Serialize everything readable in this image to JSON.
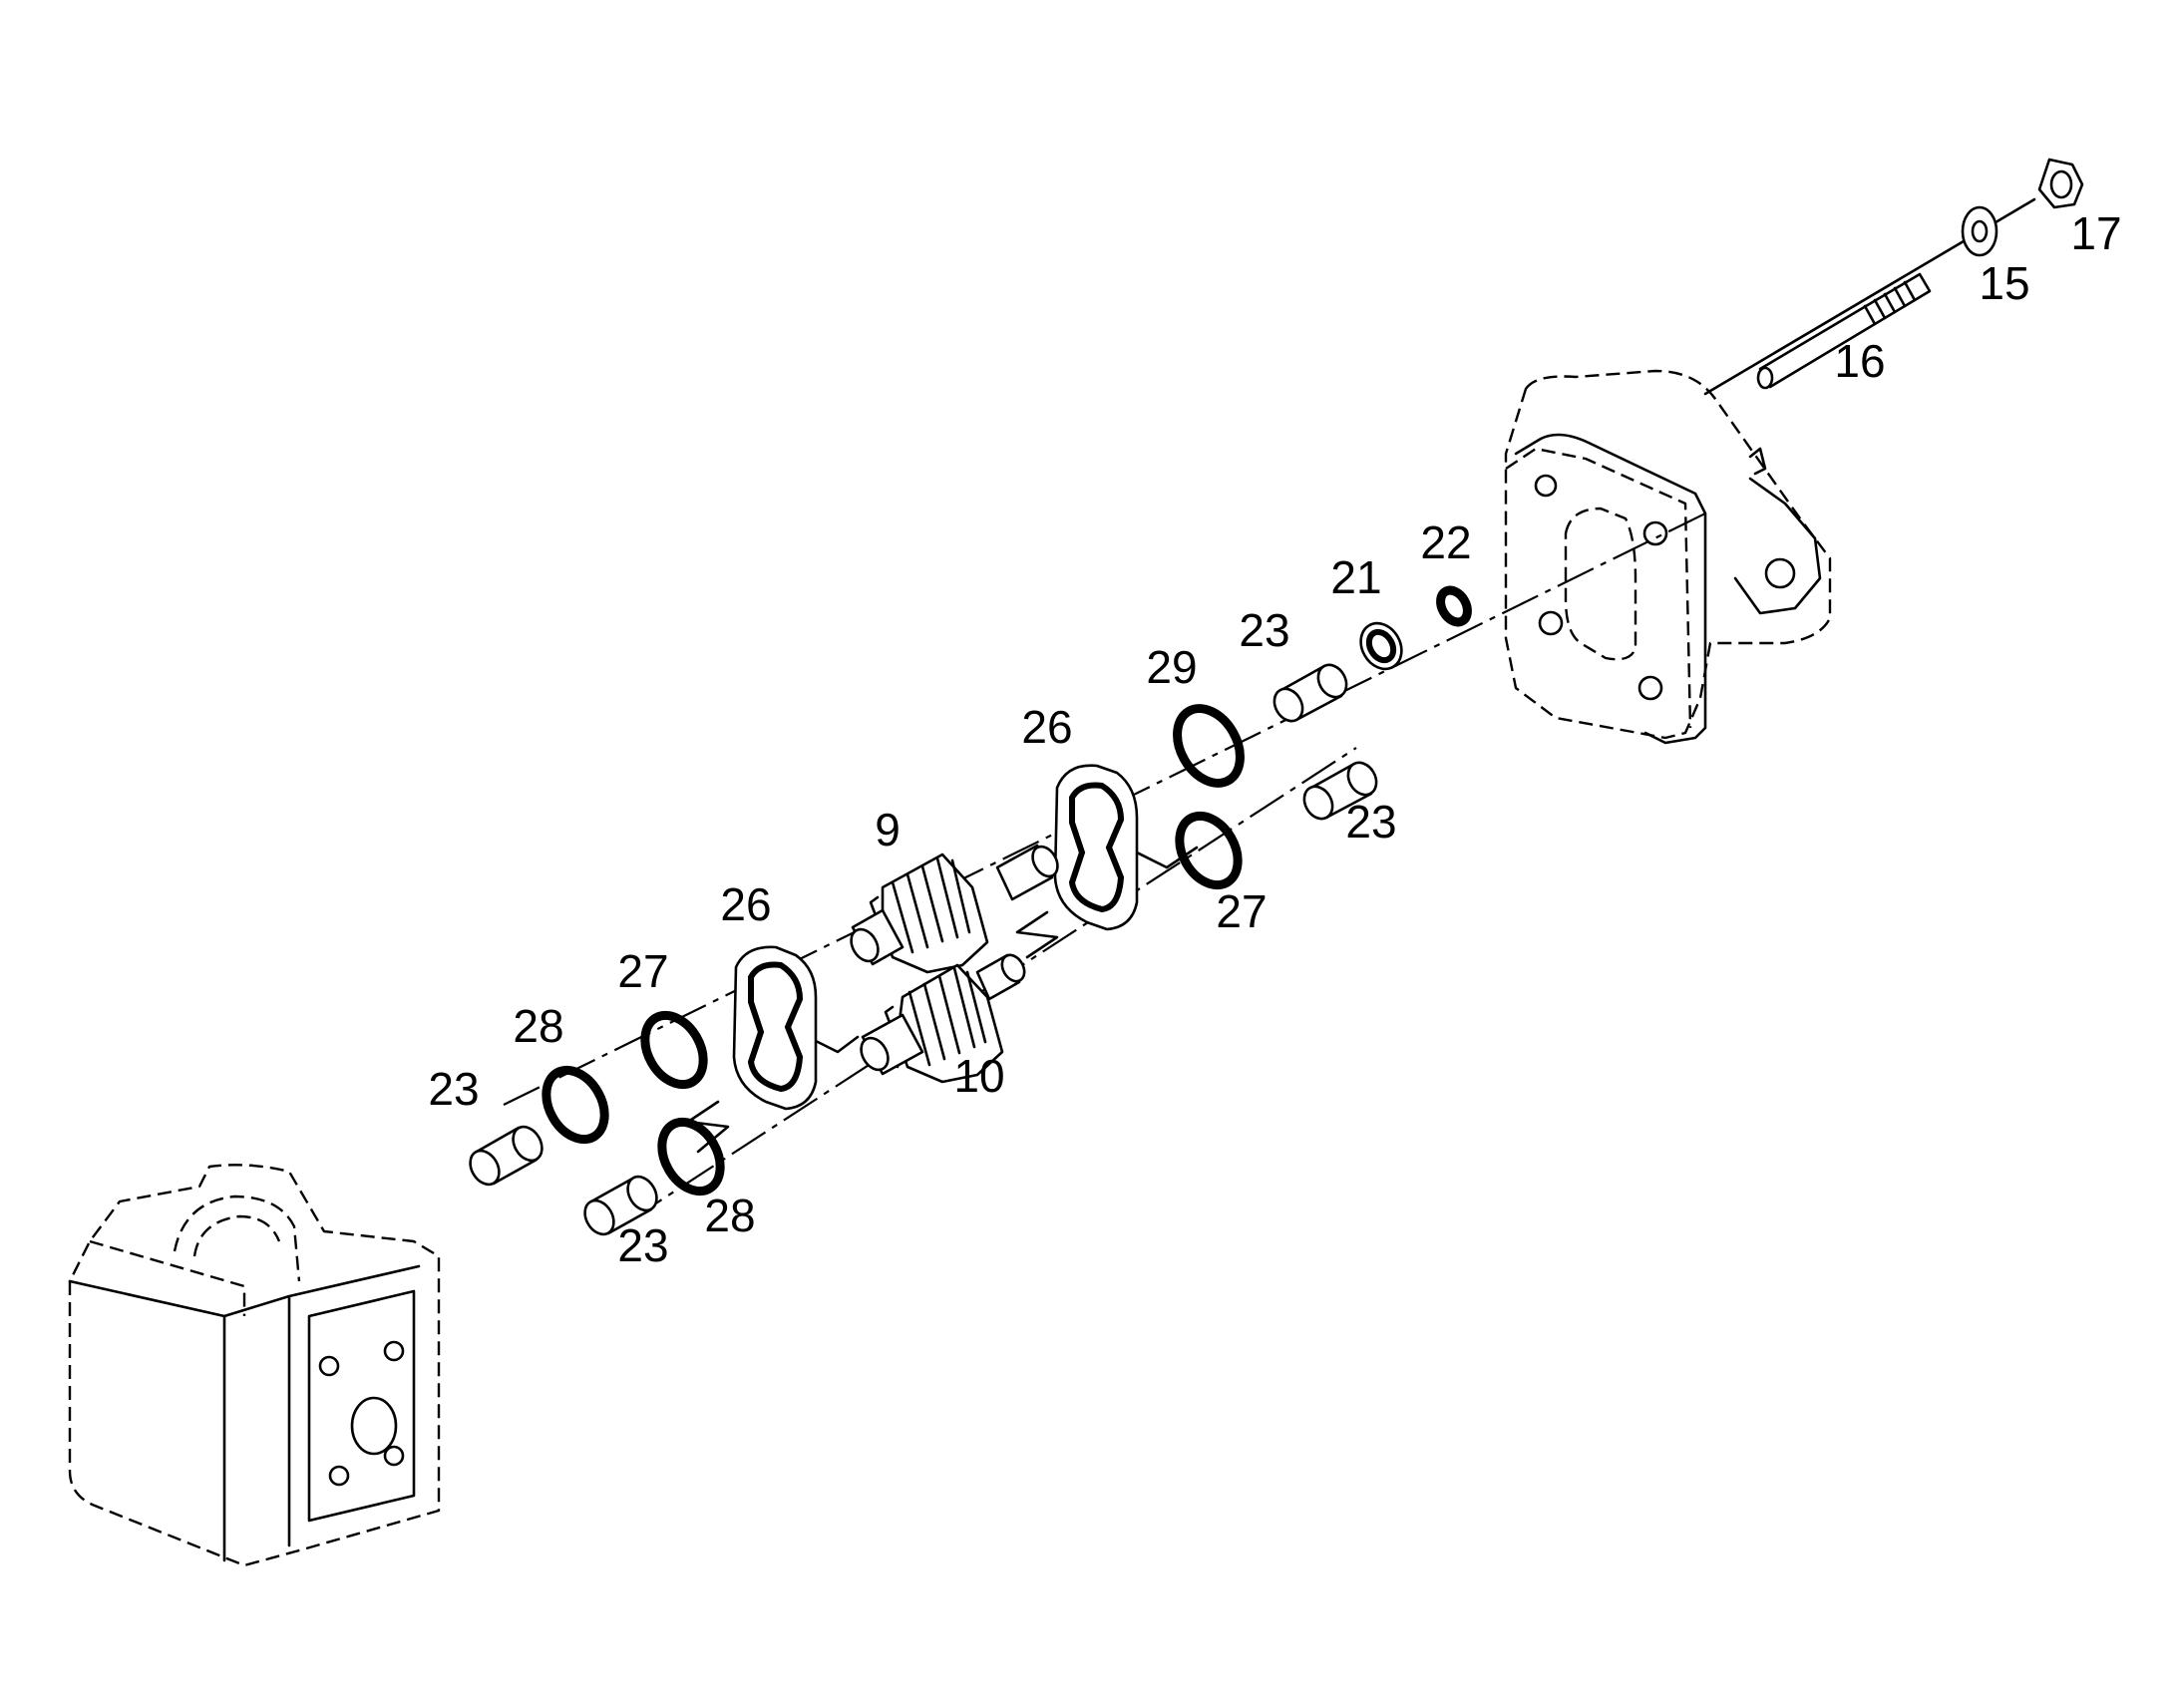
{
  "diagram": {
    "labels": {
      "p9": "9",
      "p10": "10",
      "p15": "15",
      "p16": "16",
      "p17": "17",
      "p21": "21",
      "p22": "22",
      "p23a": "23",
      "p23b": "23",
      "p23c": "23",
      "p23d": "23",
      "p26a": "26",
      "p26b": "26",
      "p27a": "27",
      "p27b": "27",
      "p28a": "28",
      "p28b": "28",
      "p29": "29"
    }
  }
}
